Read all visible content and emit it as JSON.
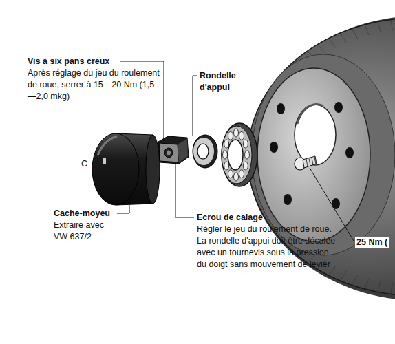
{
  "diagram": {
    "labels": [
      "Vis à six pans creux",
      "Après réglage du jeu du roulement de roue, serrer à 15—20 Nm (1,5—2,0 mkg)",
      "Rondelle d'appui",
      "Cache-moyeu",
      "Extraire avec VW 637/2",
      "Ecrou de calage",
      "Régler le jeu du roulement de roue. La rondelle d'appui doit être décalée avec un tournevis sous la pression du doigt sans mouvement de levier",
      "25 Nm (",
      "C"
    ]
  }
}
